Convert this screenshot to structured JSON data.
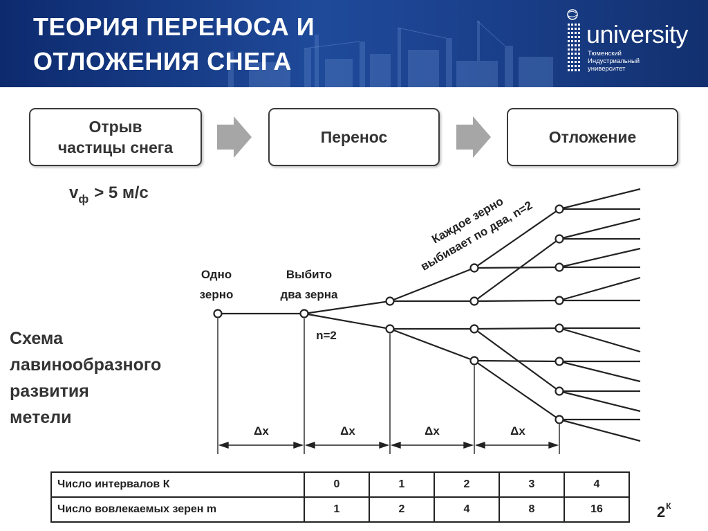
{
  "header": {
    "title_line1": "ТЕОРИЯ ПЕРЕНОСА И",
    "title_line2": "ОТЛОЖЕНИЯ СНЕГА",
    "logo_word": "university",
    "logo_sub": [
      "Тюменский",
      "Индустриальный",
      "университет"
    ]
  },
  "stages": [
    {
      "line1": "Отрыв",
      "line2": "частицы снега"
    },
    {
      "line1": "Перенос",
      "line2": ""
    },
    {
      "line1": "Отложение",
      "line2": ""
    }
  ],
  "velocity": {
    "symbol": "v",
    "subscript": "ф",
    "condition": "> 5 м/с"
  },
  "diagram": {
    "node_label_one_line1": "Одно",
    "node_label_one_line2": "зерно",
    "node_label_two_line1": "Выбито",
    "node_label_two_line2": "два зерна",
    "n_label": "n=2",
    "rotated_line1": "Каждое зерно",
    "rotated_line2": "выбивает по два, n=2",
    "interval_label": "Δx"
  },
  "side_text": [
    "Схема",
    "лавинообразного",
    "развития",
    "метели"
  ],
  "table": {
    "rows": [
      {
        "label": "Число интервалов К",
        "values": [
          "0",
          "1",
          "2",
          "3",
          "4"
        ]
      },
      {
        "label": "Число вовлекаемых зерен m",
        "values": [
          "1",
          "2",
          "4",
          "8",
          "16"
        ]
      }
    ]
  },
  "formula": {
    "base": "2",
    "exponent": "К"
  },
  "colors": {
    "header_blue": "#1f4a9a",
    "text_dark": "#333333",
    "arrow_gray": "#a6a6a6"
  }
}
